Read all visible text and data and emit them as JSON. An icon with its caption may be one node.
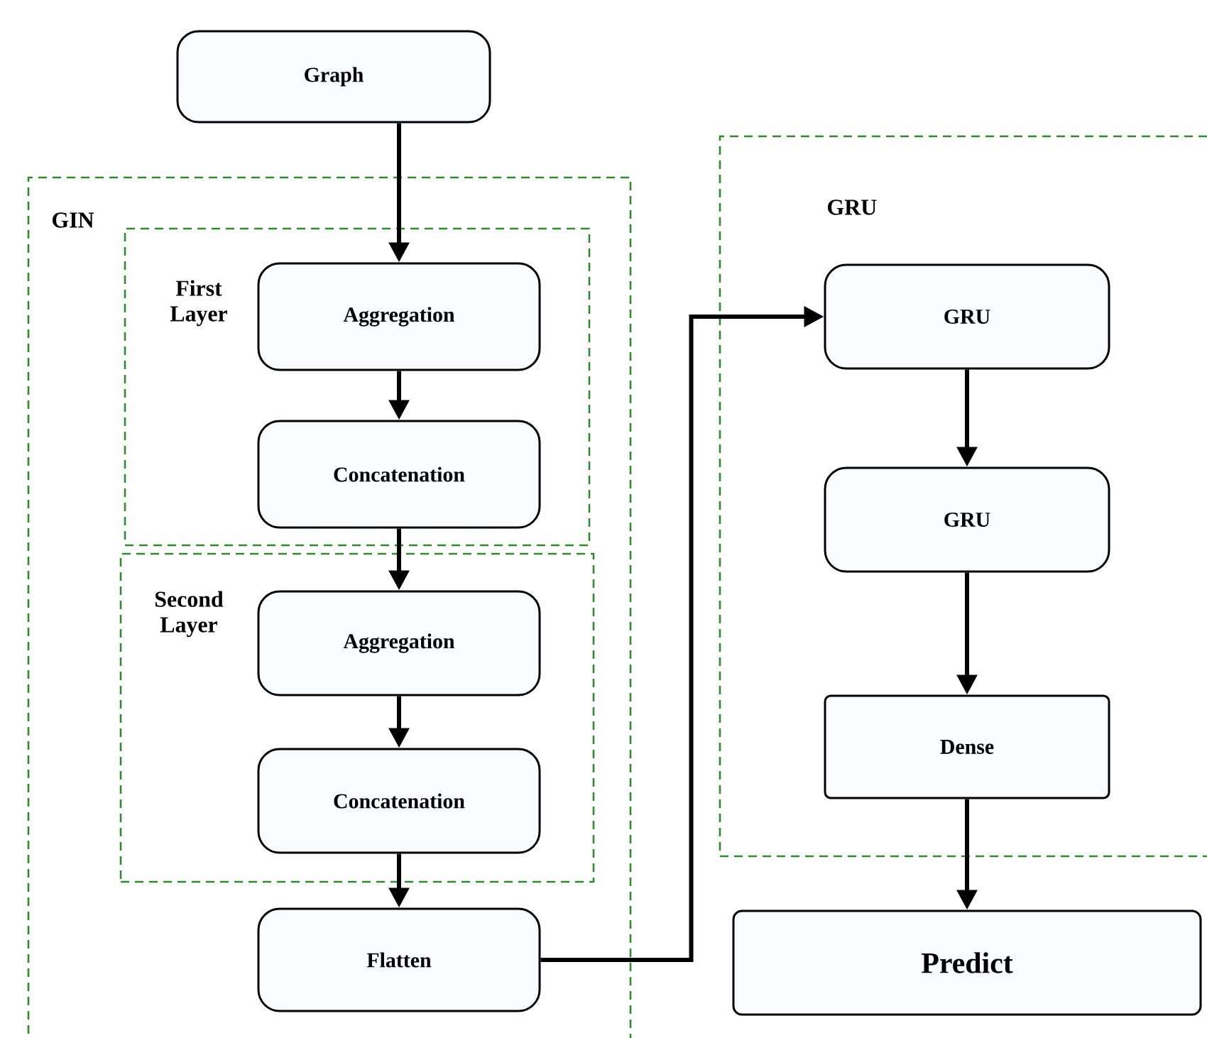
{
  "diagram": {
    "nodes": [
      {
        "text": [
          "Graph"
        ]
      },
      {
        "text": [
          "GIN"
        ]
      },
      {
        "text": [
          "First Layer"
        ],
        "in": 1
      },
      {
        "text": [
          "Aggregation"
        ],
        "in": 2
      },
      {
        "text": [
          "Concatenation"
        ],
        "in": 2
      },
      {
        "text": [
          "Second Layer"
        ],
        "in": 1
      },
      {
        "text": [
          "Aggregation"
        ],
        "in": 5
      },
      {
        "text": [
          "Concatenation"
        ],
        "in": 5
      },
      {
        "text": [
          "Flatten"
        ],
        "in": 1
      },
      {
        "text": [
          "GRU"
        ]
      },
      {
        "text": [
          "GRU"
        ],
        "in": 9
      },
      {
        "text": [
          "GRU"
        ],
        "in": 9
      },
      {
        "text": [
          "Dense"
        ],
        "in": 9
      },
      {
        "text": [
          "Predict"
        ]
      }
    ],
    "edges": [
      {
        "from": 0,
        "to": 3,
        "arrow": "to"
      },
      {
        "from": 3,
        "to": 4,
        "arrow": "to"
      },
      {
        "from": 4,
        "to": 6,
        "arrow": "to"
      },
      {
        "from": 6,
        "to": 7,
        "arrow": "to"
      },
      {
        "from": 7,
        "to": 8,
        "arrow": "to"
      },
      {
        "from": 8,
        "to": 10,
        "arrow": "to"
      },
      {
        "from": 10,
        "to": 11,
        "arrow": "to"
      },
      {
        "from": 11,
        "to": 12,
        "arrow": "to"
      },
      {
        "from": 12,
        "to": 13,
        "arrow": "to"
      }
    ]
  }
}
